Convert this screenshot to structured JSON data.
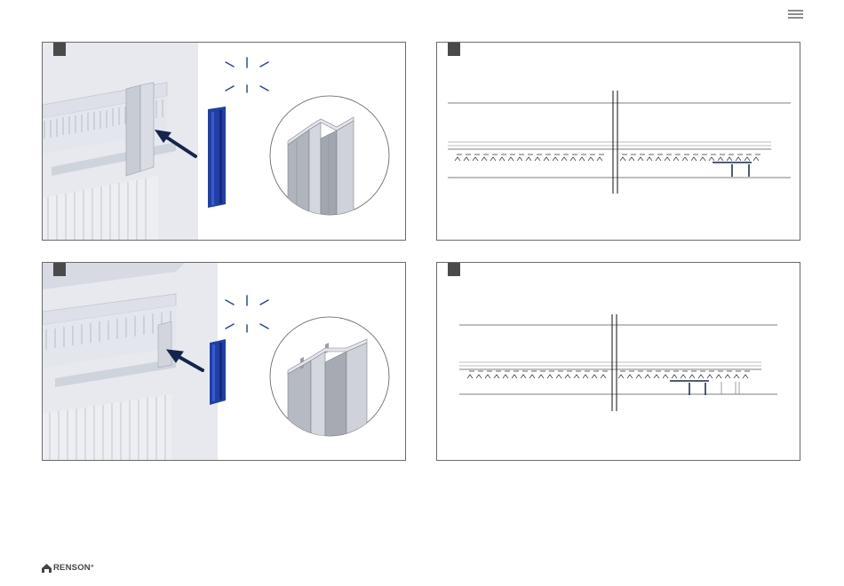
{
  "header": {
    "menu_icon": "hamburger-menu-icon"
  },
  "steps": [
    {
      "number": "",
      "illustration": "insert-blue-profile-into-frame"
    },
    {
      "number": "",
      "illustration": "top-view-profile-assembly"
    },
    {
      "number": "",
      "illustration": "insert-blue-profile-into-frame-alt"
    },
    {
      "number": "",
      "illustration": "top-view-profile-assembly-alt"
    }
  ],
  "colors": {
    "profile_blue": "#1f3fa3",
    "arrow_navy": "#14254d",
    "frame_line": "#6b6b6b"
  },
  "footer": {
    "brand": "RENSON",
    "trademark": "°"
  }
}
